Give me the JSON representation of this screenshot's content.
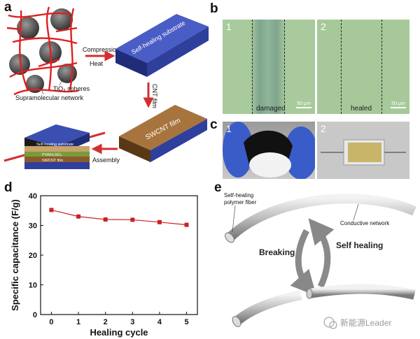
{
  "figure": {
    "panel_labels": {
      "a": "a",
      "b": "b",
      "c": "c",
      "d": "d",
      "e": "e"
    }
  },
  "panel_a": {
    "compression": "Compression",
    "heat": "Heat",
    "substrate_label": "Self-healing substrate",
    "tio2": "TiO₂ spheres",
    "network": "Supramolecular network",
    "cnt_film": "CNT film",
    "swcnt_film": "SWCNT film",
    "assembly": "Assembly",
    "stack_top": "Self-healing substrate",
    "stack_mid": "PVA/H₂SO₄",
    "stack_bottom": "SWCNT film",
    "colors": {
      "arrow": "#d32f2f",
      "substrate": "#2f3f9c",
      "swcnt": "#8b5a2b",
      "fiber": "#e02020"
    }
  },
  "panel_b": {
    "n1": "1",
    "n2": "2",
    "damaged": "damaged",
    "healed": "healed",
    "scale1": "50 μm",
    "scale2": "50 μm",
    "colors": {
      "background": "#a7c99a"
    }
  },
  "panel_c": {
    "n1": "1",
    "n2": "2"
  },
  "panel_d": {
    "chart_data": {
      "type": "line",
      "x": [
        0,
        1,
        2,
        3,
        4,
        5
      ],
      "series": [
        {
          "values": [
            35.2,
            33.0,
            32.0,
            31.9,
            31.1,
            30.2
          ]
        }
      ],
      "xlabel": "Healing cycle",
      "ylabel": "Specific capacitance (F/g)",
      "xlim": [
        -0.4,
        5.4
      ],
      "ylim": [
        0,
        40
      ],
      "xticks": [
        "0",
        "1",
        "2",
        "3",
        "4",
        "5"
      ],
      "yticks": [
        "0",
        "10",
        "20",
        "30",
        "40"
      ],
      "grid": false,
      "colors": {
        "series": "#cc2222"
      }
    }
  },
  "panel_e": {
    "fiber_label_1": "Self-healing",
    "fiber_label_2": "polymer fiber",
    "conductive": "Conductive network",
    "breaking": "Breaking",
    "self_healing": "Self healing"
  },
  "watermark": "新能源Leader"
}
